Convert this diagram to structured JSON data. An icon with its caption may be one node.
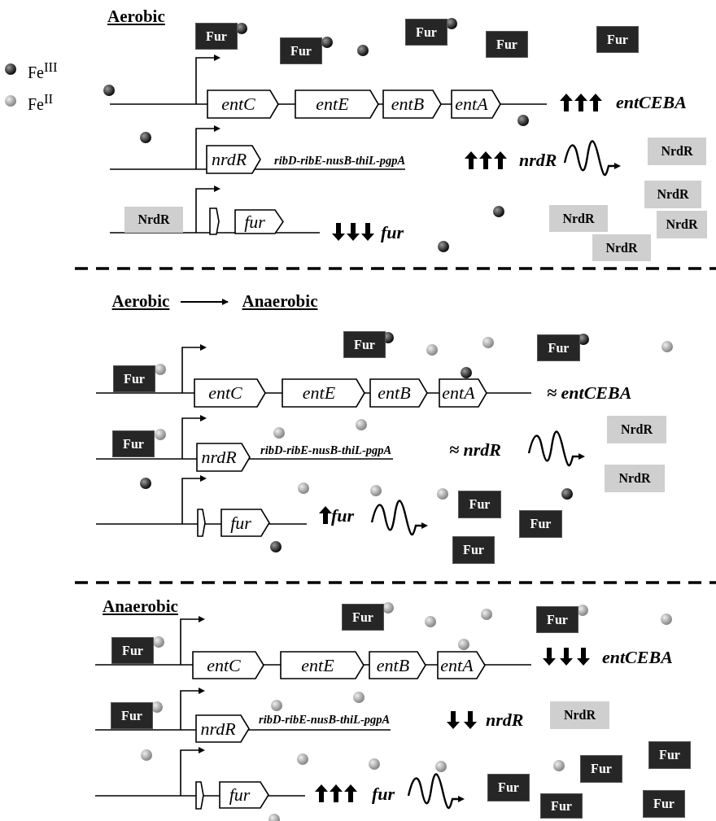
{
  "diagram": {
    "nodes": [
      {
        "text": [
          "Fur"
        ]
      },
      {
        "text": [
          "Fur"
        ]
      },
      {
        "text": [
          "Fur"
        ]
      },
      {
        "text": [
          "Fur"
        ]
      },
      {
        "text": [
          "Fur"
        ]
      },
      {
        "text": [
          "entC"
        ]
      },
      {
        "text": [
          "entE"
        ]
      },
      {
        "text": [
          "entB"
        ]
      },
      {
        "text": [
          "entA"
        ]
      },
      {
        "text": [
          "nrdR"
        ]
      },
      {
        "text": [
          "NrdR"
        ]
      },
      {
        "text": [],
        "shape": "box"
      },
      {
        "text": [
          "fur"
        ]
      },
      {
        "text": [
          "NrdR"
        ]
      },
      {
        "text": [
          "NrdR"
        ]
      },
      {
        "text": [
          "NrdR"
        ]
      },
      {
        "text": [
          "NrdR"
        ]
      },
      {
        "text": [
          "NrdR"
        ]
      },
      {
        "text": [
          "Aerobic"
        ]
      },
      {
        "text": [
          "Anaerobic"
        ]
      },
      {
        "text": [
          "Fur"
        ]
      },
      {
        "text": [
          "Fur"
        ]
      },
      {
        "text": [
          "Fur"
        ]
      },
      {
        "text": [
          "entC"
        ]
      },
      {
        "text": [
          "entE"
        ]
      },
      {
        "text": [
          "entB"
        ]
      },
      {
        "text": [
          "entA"
        ]
      },
      {
        "text": [
          "Fur"
        ]
      },
      {
        "text": [
          "nrdR"
        ]
      },
      {
        "text": [
          "NrdR"
        ]
      },
      {
        "text": [
          "NrdR"
        ]
      },
      {
        "text": [],
        "shape": "box"
      },
      {
        "text": [
          "fur"
        ]
      },
      {
        "text": [
          "Fur"
        ]
      },
      {
        "text": [
          "Fur"
        ]
      },
      {
        "text": [
          "Fur"
        ]
      },
      {
        "text": [
          "Fur"
        ]
      },
      {
        "text": [
          "Fur"
        ]
      },
      {
        "text": [
          "Fur"
        ]
      },
      {
        "text": [
          "entC"
        ]
      },
      {
        "text": [
          "entE"
        ]
      },
      {
        "text": [
          "entB"
        ]
      },
      {
        "text": [
          "entA"
        ]
      },
      {
        "text": [
          "Fur"
        ]
      },
      {
        "text": [
          "nrdR"
        ]
      },
      {
        "text": [
          "NrdR"
        ]
      },
      {
        "text": [],
        "shape": "box"
      },
      {
        "text": [
          "fur"
        ]
      },
      {
        "text": [
          "Fur"
        ]
      },
      {
        "text": [
          "Fur"
        ]
      },
      {
        "text": [
          "Fur"
        ]
      },
      {
        "text": [
          "Fur"
        ]
      },
      {
        "text": [
          "Fur"
        ]
      }
    ],
    "edges": [
      {
        "from": 18,
        "to": 19,
        "arrow": "to"
      }
    ],
    "labels": [
      "Aerobic",
      "entCEBA",
      "ribD-ribE-nusB-thiL-pgpA",
      "nrdR",
      "fur",
      "≈ entCEBA",
      "ribD-ribE-nusB-thiL-pgpA",
      "≈ nrdR",
      "fur",
      "Anaerobic",
      "entCEBA",
      "ribD-ribE-nusB-thiL-pgpA",
      "nrdR",
      "fur"
    ],
    "legend": [
      {
        "text": "Fe$^{III}$"
      },
      {
        "text": "Fe$^{II}$"
      }
    ]
  }
}
